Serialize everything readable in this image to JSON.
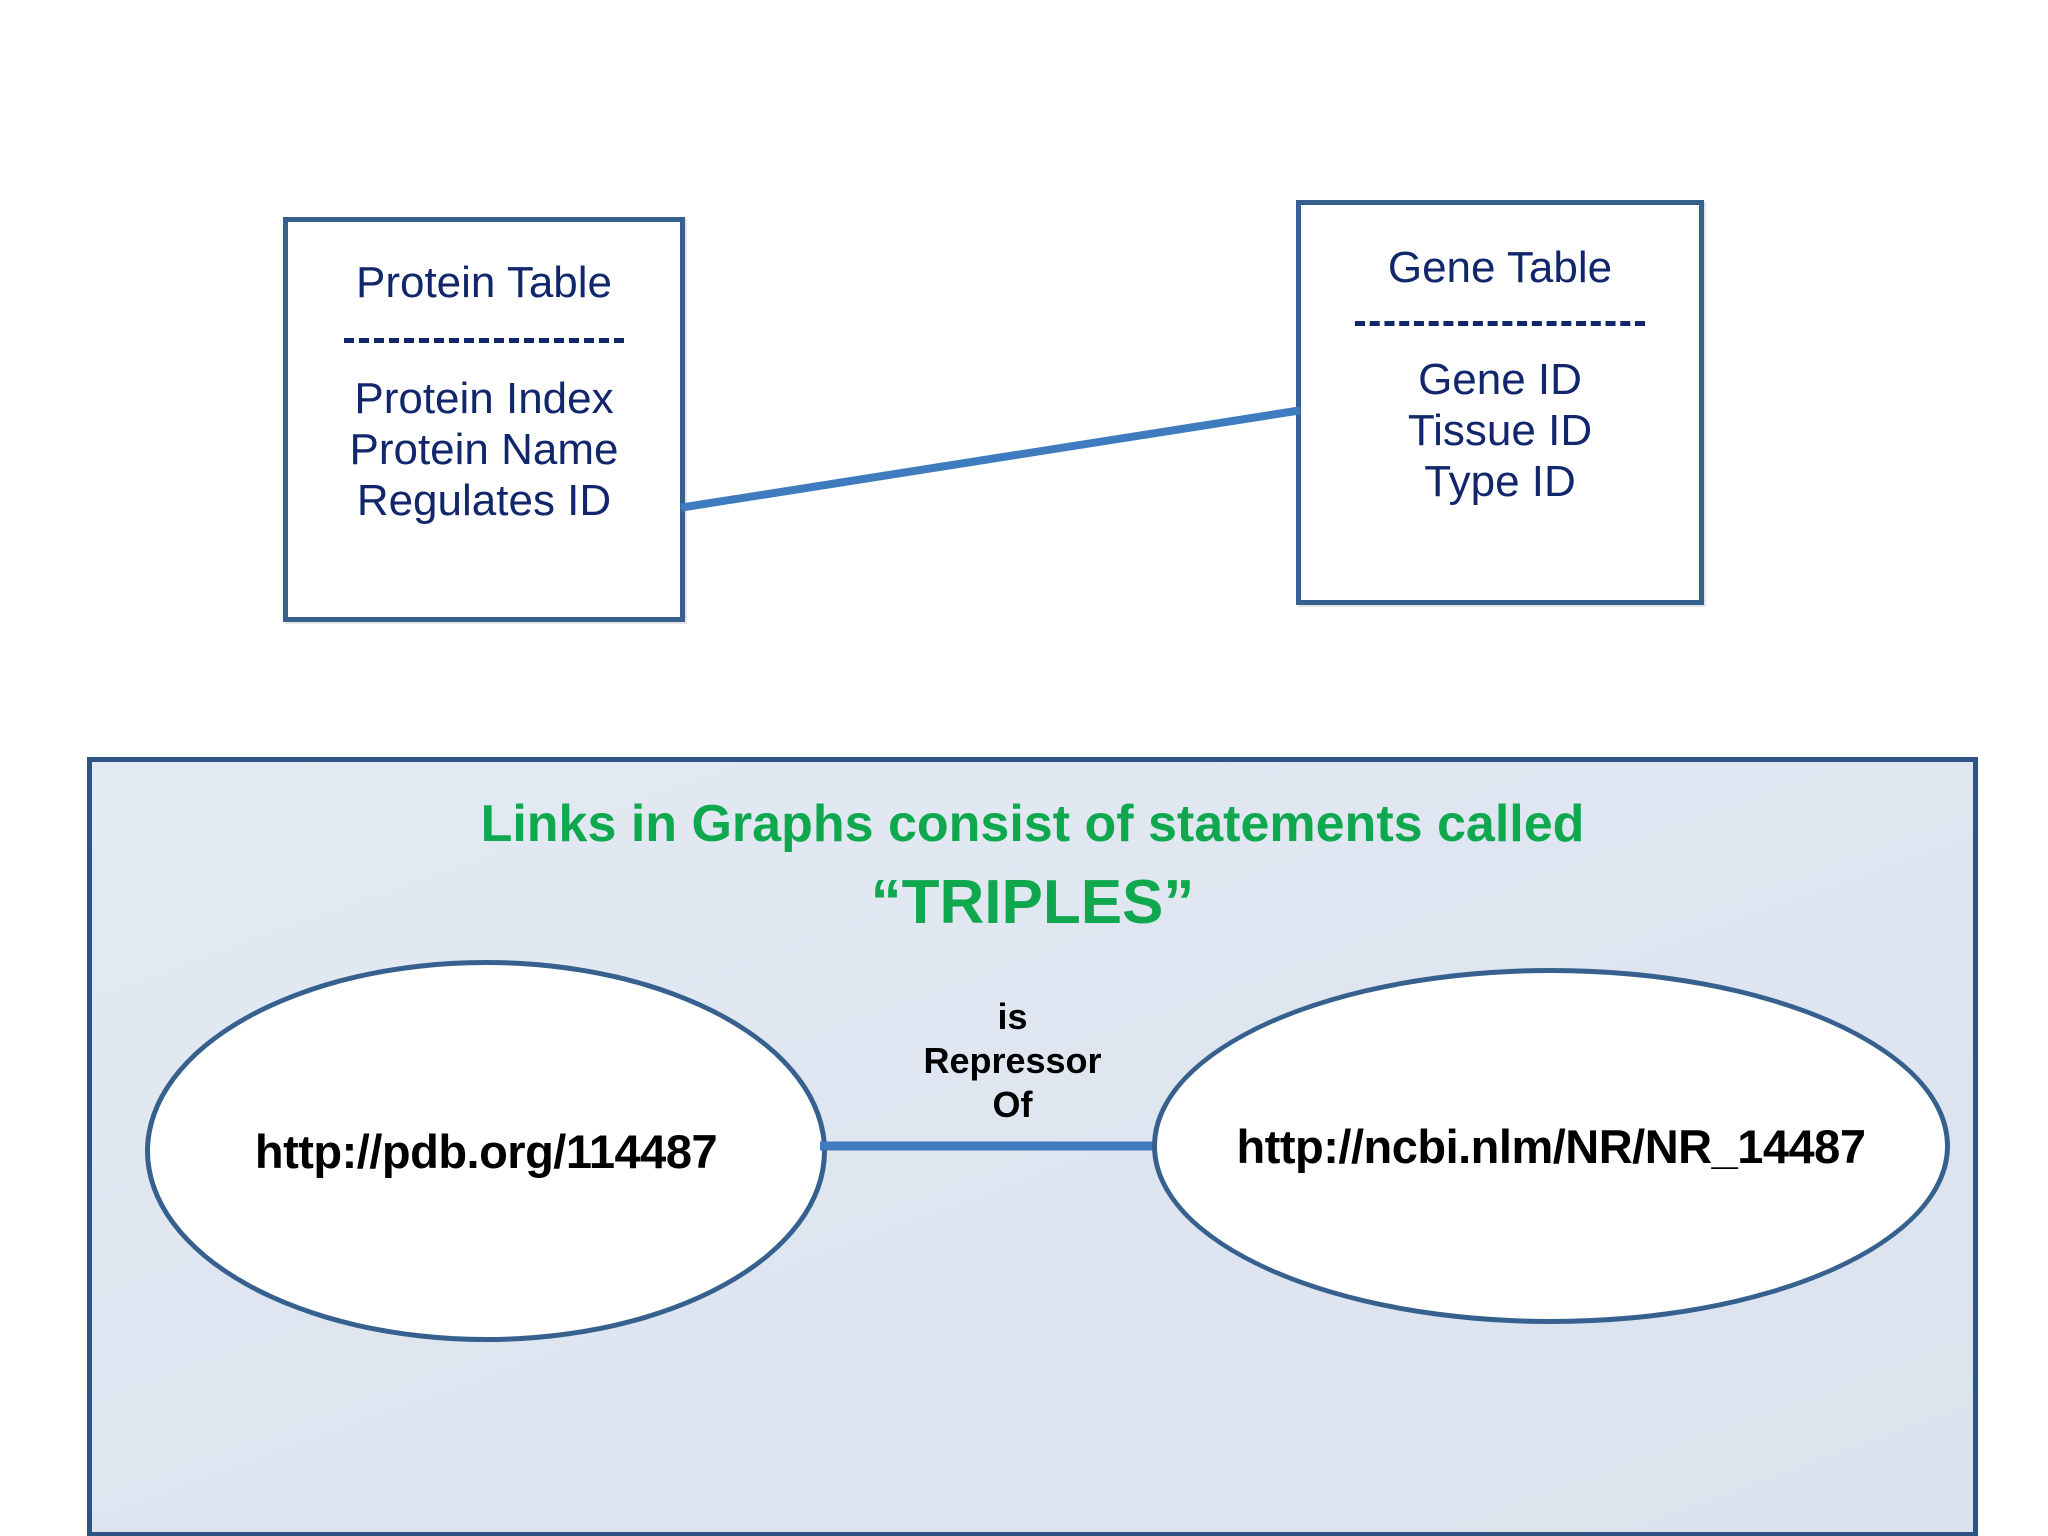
{
  "diagram": {
    "type": "entity-relationship-and-rdf-triple",
    "background_color": "#FFFFFF"
  },
  "er_model": {
    "tables": [
      {
        "id": "protein-table",
        "title": "Protein Table",
        "fields": [
          "Protein Index",
          "Protein Name",
          "Regulates ID"
        ],
        "border_color": "#36618E",
        "text_color": "#11266B"
      },
      {
        "id": "gene-table",
        "title": "Gene Table",
        "fields": [
          "Gene ID",
          "Tissue ID",
          "Type ID"
        ],
        "border_color": "#36618E",
        "text_color": "#11266B"
      }
    ],
    "relationship": {
      "from": "protein-table",
      "to": "gene-table",
      "label": "",
      "line_color": "#3E7CBF"
    }
  },
  "triples_panel": {
    "heading": "Links in Graphs consist of statements called",
    "keyword": "“TRIPLES”",
    "heading_color": "#0FA84E",
    "panel_border_color": "#2E5582",
    "panel_background_color": "#DEE5EF",
    "subject": {
      "label": "http://pdb.org/114487",
      "shape": "ellipse",
      "border_color": "#36618E",
      "fill_color": "#FFFFFF"
    },
    "predicate": {
      "lines": [
        "is",
        "Repressor",
        "Of"
      ],
      "full_text": "is Repressor Of",
      "line_color": "#3E7CBF"
    },
    "object": {
      "label": "http://ncbi.nlm/NR/NR_14487",
      "shape": "ellipse",
      "border_color": "#36618E",
      "fill_color": "#FFFFFF"
    }
  }
}
